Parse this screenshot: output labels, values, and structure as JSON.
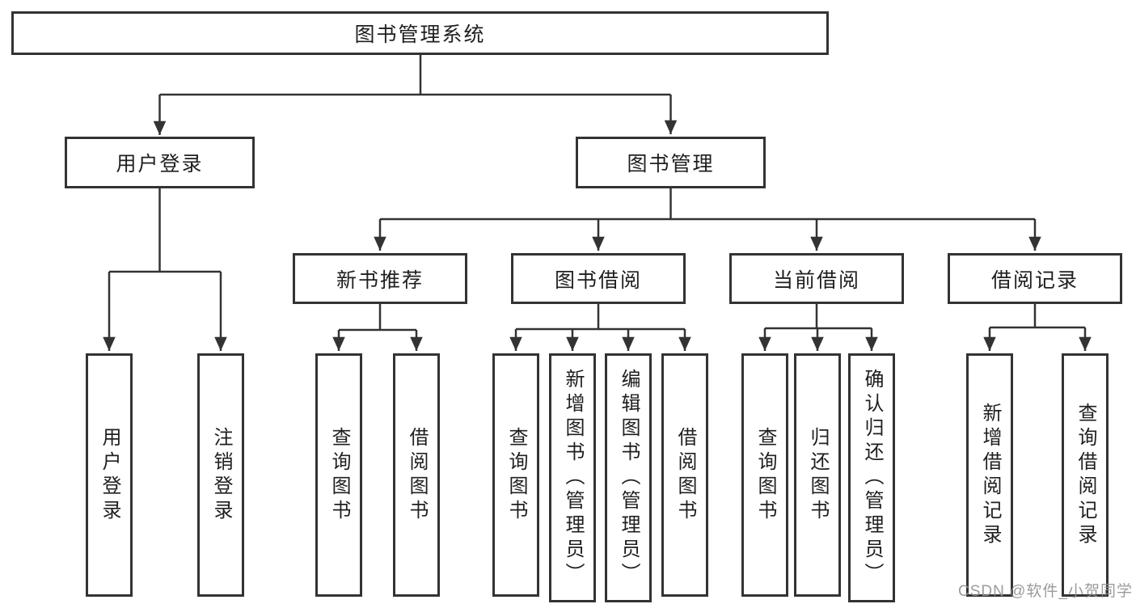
{
  "diagram": {
    "root": {
      "label": "图书管理系统"
    },
    "level2": [
      {
        "label": "用户登录"
      },
      {
        "label": "图书管理"
      }
    ],
    "level3": [
      {
        "label": "新书推荐"
      },
      {
        "label": "图书借阅"
      },
      {
        "label": "当前借阅"
      },
      {
        "label": "借阅记录"
      }
    ],
    "leaves": {
      "user": [
        "用户登录",
        "注销登录"
      ],
      "recommend": [
        "查询图书",
        "借阅图书"
      ],
      "borrow": [
        "查询图书",
        "新增图书（管理员）",
        "编辑图书（管理员）",
        "借阅图书"
      ],
      "current": [
        "查询图书",
        "归还图书",
        "确认归还（管理员）"
      ],
      "records": [
        "新增借阅记录",
        "查询借阅记录"
      ]
    }
  },
  "watermark": "CSDN @软件_小贺同学",
  "colors": {
    "line": "#333333",
    "text": "#1f1f1f",
    "watermark": "#919191"
  }
}
